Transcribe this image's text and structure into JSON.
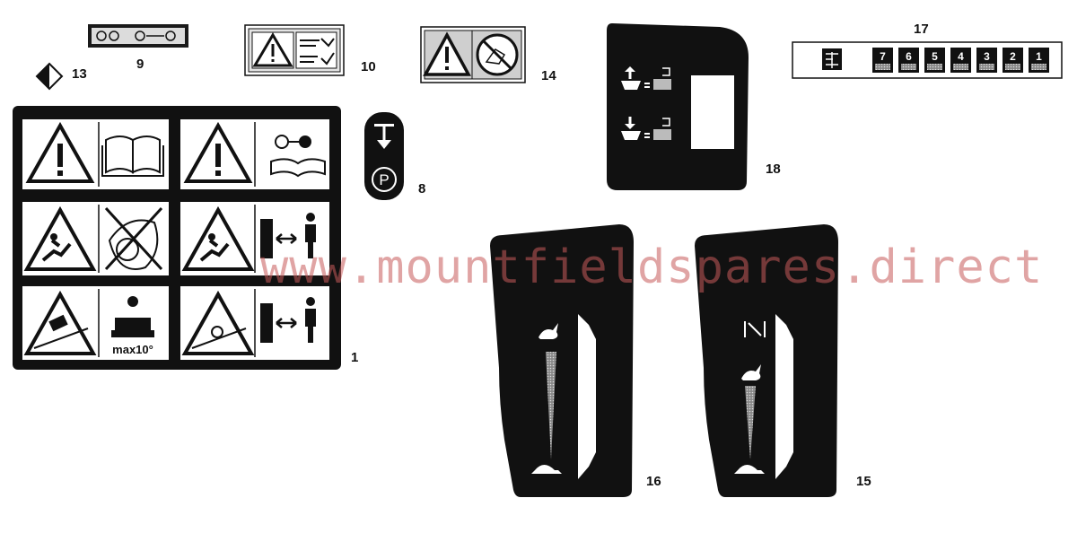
{
  "watermark": "www.mountfieldspares.direct",
  "parts": {
    "p1": {
      "number": "1"
    },
    "p8": {
      "number": "8"
    },
    "p9": {
      "number": "9"
    },
    "p10": {
      "number": "10"
    },
    "p13": {
      "number": "13"
    },
    "p14": {
      "number": "14"
    },
    "p15": {
      "number": "15"
    },
    "p16": {
      "number": "16"
    },
    "p17": {
      "number": "17",
      "gears": [
        "7",
        "6",
        "5",
        "4",
        "3",
        "2",
        "1"
      ]
    },
    "p18": {
      "number": "18"
    }
  },
  "label_text": {
    "max_slope": "max10°",
    "parking": "P"
  },
  "icons": [
    "warning-triangle-icon",
    "manual-book-icon",
    "key-icon",
    "crush-hazard-icon",
    "no-rider-icon",
    "keep-distance-icon",
    "slope-tip-icon",
    "rabbit-icon",
    "turtle-icon",
    "parking-brake-icon",
    "gear-chain-icon",
    "no-hands-icon",
    "blade-up-icon",
    "blade-down-icon"
  ]
}
